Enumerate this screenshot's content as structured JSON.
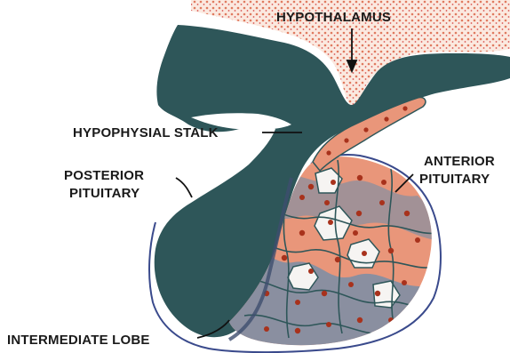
{
  "labels": {
    "hypothalamus": "HYPOTHALAMUS",
    "hypophysial_stalk": "HYPOPHYSIAL STALK",
    "posterior_pituitary_line1": "POSTERIOR",
    "posterior_pituitary_line2": "PITUITARY",
    "anterior_pituitary_line1": "ANTERIOR",
    "anterior_pituitary_line2": "PITUITARY",
    "intermediate_lobe": "INTERMEDIATE LOBE"
  },
  "colors": {
    "neural_tissue": "#2e5659",
    "hypothalamus_dots": "#e07a5f",
    "anterior_cells_salmon": "#e9967a",
    "anterior_cells_grey": "#8a8fa0",
    "anterior_cell_white": "#f6f4f2",
    "nucleus": "#a8321c",
    "capsule_outline": "#3a4a8c"
  }
}
